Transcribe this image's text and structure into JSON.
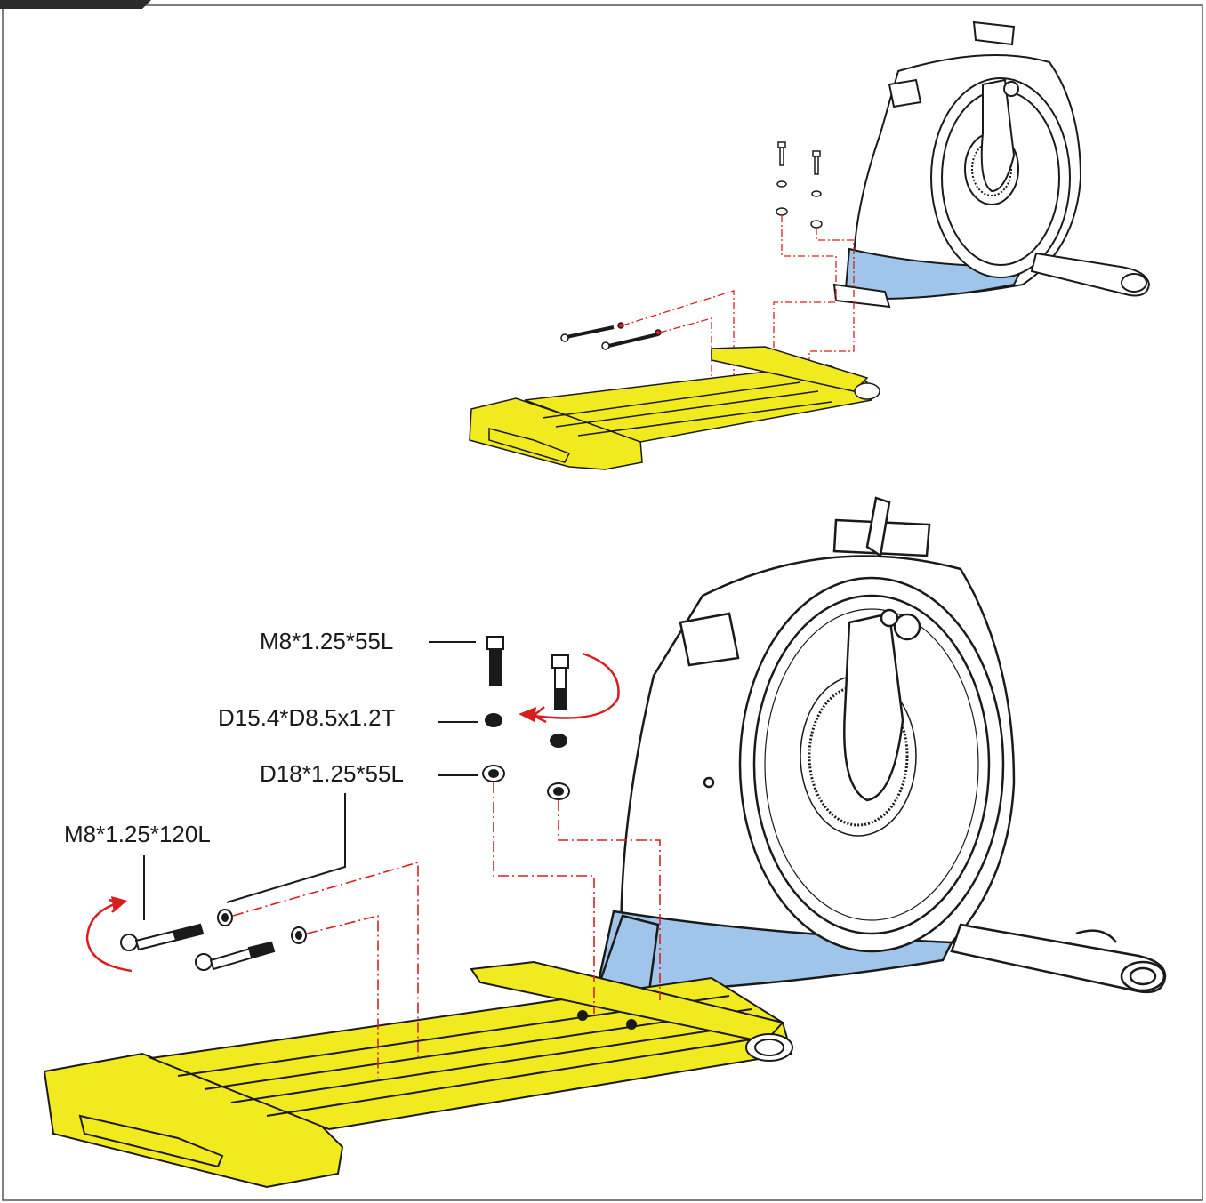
{
  "labels": {
    "bolt_55": "M8*1.25*55L",
    "washer_small": "D15.4*D8.5x1.2T",
    "washer_large": "D18*1.25*55L",
    "bolt_120": "M8*1.25*120L"
  },
  "colors": {
    "stabilizer": "#f0ea1f",
    "cover_highlight": "#9fc6ea",
    "assembly_line": "#d81e1e",
    "outline": "#1a1a1a",
    "header_tab": "#2b2b2b"
  },
  "icons": [
    "bolt-icon",
    "washer-icon",
    "rotate-arrow-icon",
    "elliptical-main-frame",
    "front-stabilizer"
  ]
}
